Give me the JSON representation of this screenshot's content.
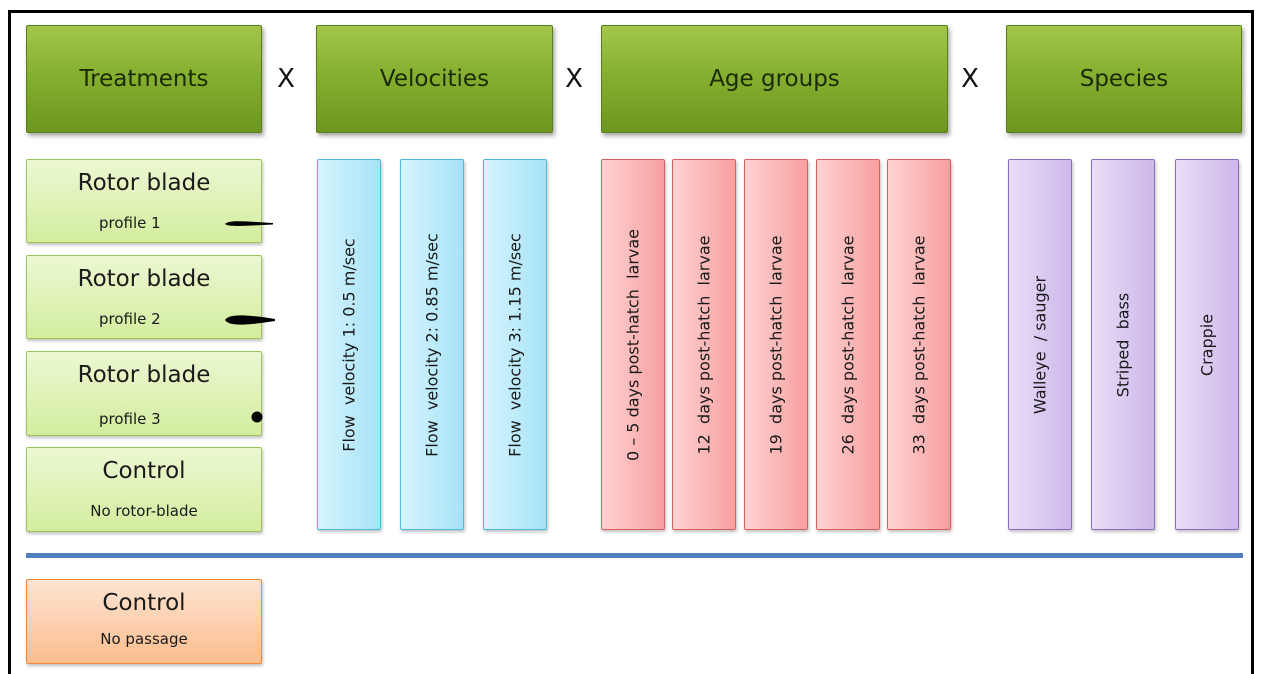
{
  "headers": {
    "treatments": "Treatments",
    "velocities": "Velocities",
    "age_groups": "Age groups",
    "species": "Species"
  },
  "multiply_symbol": "X",
  "treatments": [
    {
      "title": "Rotor blade",
      "subtitle": "profile 1",
      "icon": "blade-profile-thin-icon"
    },
    {
      "title": "Rotor blade",
      "subtitle": "profile 2",
      "icon": "blade-profile-thick-icon"
    },
    {
      "title": "Rotor blade",
      "subtitle": "profile 3",
      "icon": "blade-profile-round-icon"
    },
    {
      "title": "Control",
      "subtitle": "No rotor-blade"
    }
  ],
  "velocities": [
    "Flow  velocity 1: 0.5 m/sec",
    "Flow  velocity 2: 0.85 m/sec",
    "Flow  velocity 3: 1.15 m/sec"
  ],
  "age_groups": [
    "0 – 5 days post-hatch  larvae",
    "12  days post-hatch  larvae",
    "19  days post-hatch  larvae",
    "26  days post-hatch  larvae",
    "33  days post-hatch  larvae"
  ],
  "species": [
    "Walleye  / sauger",
    "Striped  bass",
    "Crappie"
  ],
  "control_no_passage": {
    "title": "Control",
    "subtitle": "No passage"
  },
  "colors": {
    "header_green": "#86b030",
    "treatment_green": "#d3ed9e",
    "velocity_blue": "#a6e3f7",
    "age_red": "#f7a0a0",
    "species_purple": "#cdb8ea",
    "divider_blue": "#4f81bd",
    "control_orange": "#fbbd8d"
  }
}
